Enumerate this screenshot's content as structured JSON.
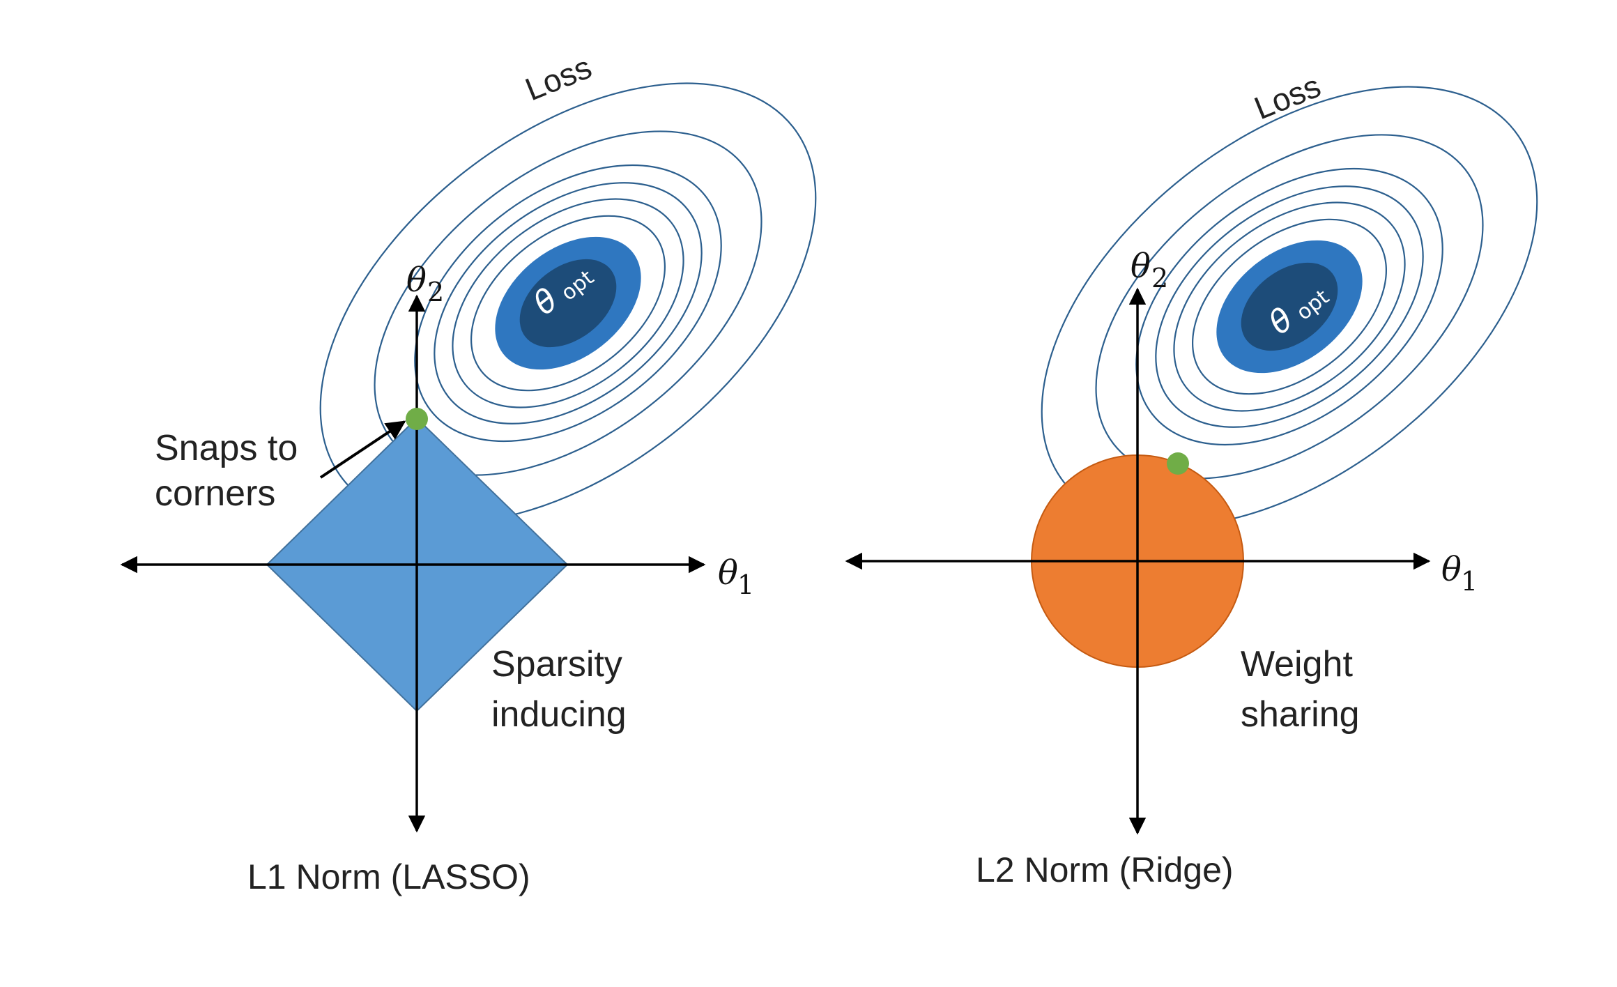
{
  "left_panel": {
    "loss_label": "Loss",
    "opt_symbol": "θ",
    "opt_subscript": "opt",
    "axis_x_symbol": "θ",
    "axis_x_subscript": "1",
    "axis_y_symbol": "θ",
    "axis_y_subscript": "2",
    "annotation_line1": "Snaps to",
    "annotation_line2": "corners",
    "description_line1": "Sparsity",
    "description_line2": "inducing",
    "caption": "L1 Norm (LASSO)",
    "constraint_shape": "diamond"
  },
  "right_panel": {
    "loss_label": "Loss",
    "opt_symbol": "θ",
    "opt_subscript": "opt",
    "axis_x_symbol": "θ",
    "axis_x_subscript": "1",
    "axis_y_symbol": "θ",
    "axis_y_subscript": "2",
    "description_line1": "Weight",
    "description_line2": "sharing",
    "caption": "L2 Norm (Ridge)",
    "constraint_shape": "circle"
  },
  "colors": {
    "contour_outer": "#ffffff",
    "contour_light": "#dde9f6",
    "contour_mid": "#bdd5ee",
    "contour_midblue": "#9ec3e8",
    "contour_blue": "#2f77c0",
    "contour_dark": "#1d4c79",
    "contour_stroke": "#2c5f8e",
    "l1_fill": "#5b9bd5",
    "l2_fill": "#ed7d31",
    "solution_point": "#70ad47",
    "axis": "#000000"
  }
}
